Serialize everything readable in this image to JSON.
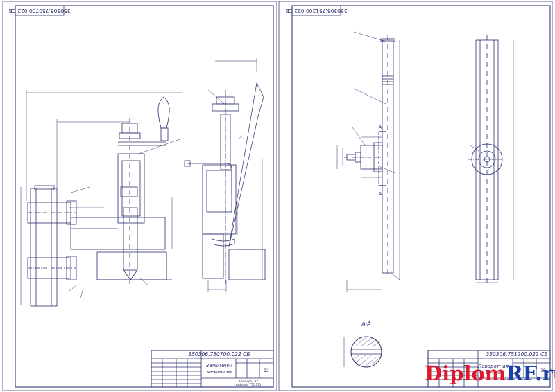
{
  "sheets": [
    {
      "frame_code": "350306.750700.022 СБ",
      "stamp_code": "350306.750700.022 СБ",
      "title_line1": "Зажимной",
      "title_line2": "механизм",
      "sheet_number": "12",
      "org_line1": "Кафедра ГАУ",
      "org_line2": "кафедра ТТС-171"
    },
    {
      "frame_code": "350306.751200.022 СБ",
      "stamp_code": "350306.751200.022 СБ",
      "title_line1": "Поворотная",
      "title_line2": "ручка",
      "sheet_number": "15",
      "section_label": "А-А",
      "cut_label_top": "А",
      "cut_label_bottom": "А"
    }
  ],
  "watermark": {
    "part1": "Diplom",
    "part2": "RF.ru",
    "color1": "#e0162a",
    "color2": "#1d3fa8"
  },
  "colors": {
    "line": "#2b2d6e",
    "frame": "#3a3c7a"
  }
}
